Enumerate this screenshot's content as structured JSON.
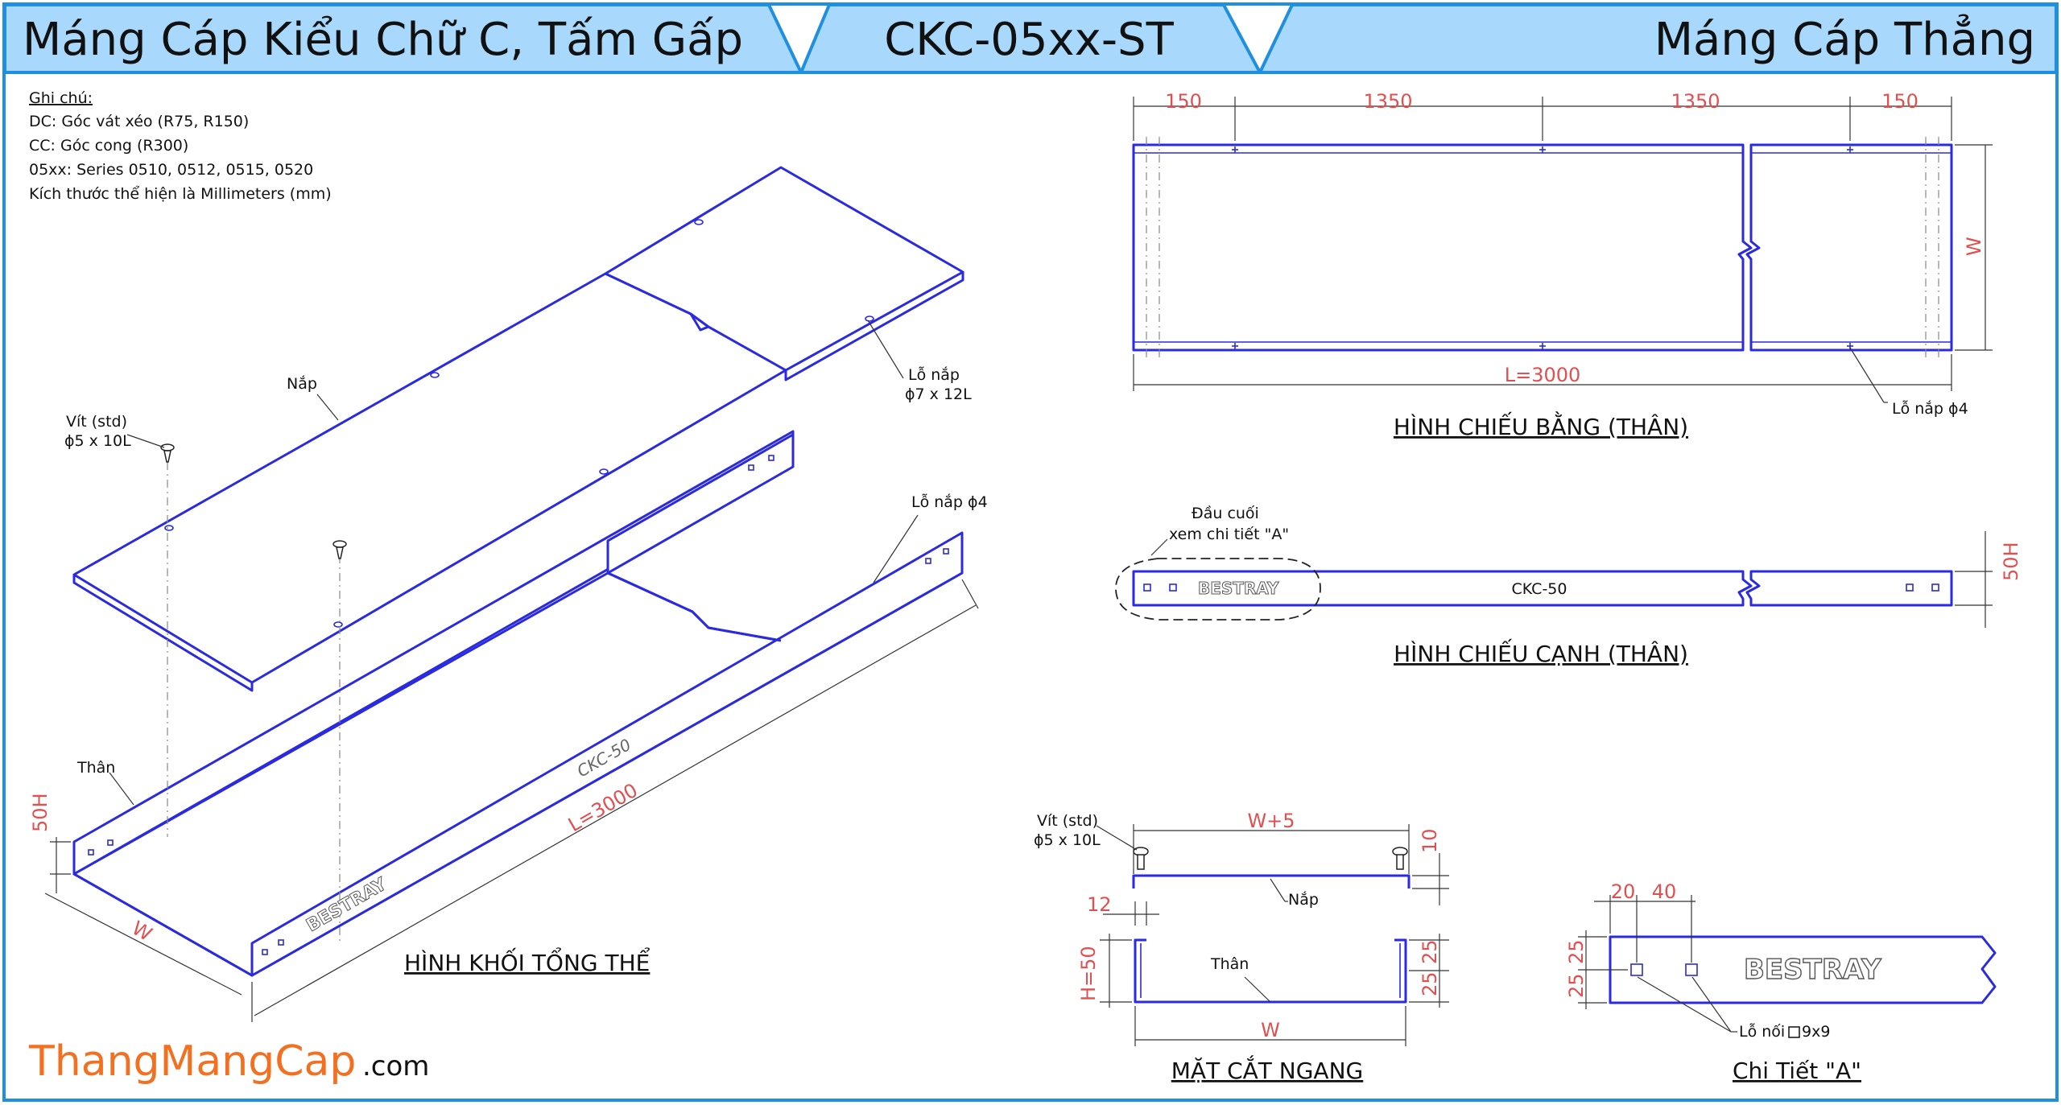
{
  "header": {
    "left_title": "Máng Cáp Kiểu Chữ C, Tấm Gấp",
    "center_title": "CKC-05xx-ST",
    "right_title": "Máng Cáp Thẳng"
  },
  "notes": {
    "heading": "Ghi chú:",
    "lines": [
      "DC: Góc vát xéo (R75, R150)",
      "CC: Góc cong (R300)",
      "05xx: Series 0510, 0512, 0515, 0520",
      "Kích thước thể hiện là Millimeters (mm)"
    ]
  },
  "iso_view": {
    "caption": "HÌNH KHỐI TỔNG THỂ",
    "cover_label": "Nắp",
    "screw_label": "Vít (std)",
    "screw_spec": "ϕ5 x 10L",
    "cover_hole_label": "Lỗ nắp",
    "cover_hole_spec": "ϕ7 x 12L",
    "body_hole_label": "Lỗ nắp ϕ4",
    "body_label": "Thân",
    "part_code": "CKC-50",
    "length_dim": "L=3000",
    "height_dim": "50H",
    "width_dim": "W",
    "brand_mark": "BESTRAY"
  },
  "top_view": {
    "caption": "HÌNH CHIẾU BẰNG (THÂN)",
    "dims": [
      "150",
      "1350",
      "1350",
      "150"
    ],
    "length_dim": "L=3000",
    "width_dim": "W",
    "hole_label": "Lỗ nắp ϕ4"
  },
  "side_view": {
    "caption": "HÌNH CHIẾU CẠNH (THÂN)",
    "end_label_1": "Đầu cuối",
    "end_label_2": "xem chi tiết \"A\"",
    "part_code": "CKC-50",
    "height_dim": "50H",
    "brand_mark": "BESTRAY"
  },
  "section_view": {
    "caption": "MẶT CẮT NGANG",
    "screw_label": "Vít (std)",
    "screw_spec": "ϕ5 x 10L",
    "cover_label": "Nắp",
    "body_label": "Thân",
    "top_dim": "W+5",
    "cover_height_dim": "10",
    "gap_dim": "12",
    "height_dim": "H=50",
    "upper_half_dim": "25",
    "lower_half_dim": "25",
    "width_dim": "W"
  },
  "detail_a": {
    "caption": "Chi Tiết \"A\"",
    "dim_1": "20",
    "dim_2": "40",
    "dim_v1": "25",
    "dim_v2": "25",
    "hole_label": "Lỗ nối",
    "hole_spec": "9x9",
    "brand_mark": "BESTRAY"
  },
  "footer": {
    "brand": "ThangMangCap",
    "brand_suffix": ".com"
  },
  "colors": {
    "header_fill": "#a8d8fb",
    "frame": "#1f8fe0",
    "line": "#2a2ae0",
    "dimension_text": "#e05050",
    "brand": "#f37021"
  }
}
